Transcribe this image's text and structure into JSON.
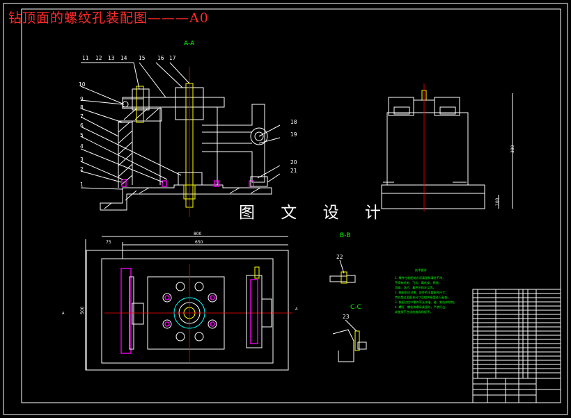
{
  "title": "钻顶面的螺纹孔装配图———A0",
  "watermark": "图 文 设 计",
  "section_labels": {
    "aa": "A-A",
    "bb": "B-B",
    "cc": "C-C"
  },
  "part_numbers": [
    "1",
    "2",
    "3",
    "4",
    "5",
    "6",
    "7",
    "8",
    "9",
    "10",
    "11",
    "12",
    "13",
    "14",
    "15",
    "16",
    "17",
    "18",
    "19",
    "20",
    "21",
    "22",
    "23"
  ],
  "dimensions": {
    "width_800": "800",
    "width_650": "650",
    "offset_75": "75",
    "height_500": "500",
    "height_380": "380",
    "height_100": "100"
  },
  "tech_notes": {
    "heading": "技术要求",
    "lines": [
      "1. 零件在装配前必须清理和清洗干净，",
      "不得有毛刺、飞边、氧化皮、锈蚀、",
      "切屑、油污、着色剂和灰尘等。",
      "2. 装配前应对零、部件的主要配合尺寸，",
      "特别是过盈配合尺寸及相关精度进行复查。",
      "3. 装配过程中零件不允许磕、碰、划伤和锈蚀。",
      "4. 螺钉、螺栓和螺母紧固时，严禁打击",
      "或使用不合适的旋具和扳手。"
    ]
  }
}
